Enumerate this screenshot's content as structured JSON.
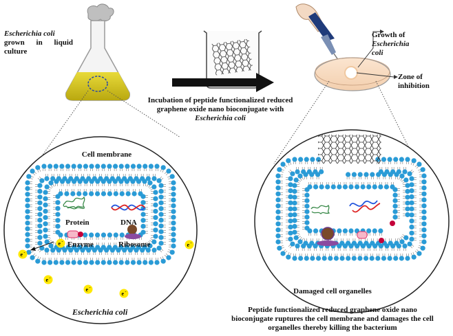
{
  "labels": {
    "left_caption_species": "Escherichia coli",
    "left_caption_rest": "grown in liquid culture",
    "incubation_line1": "Incubation of peptide functionalized reduced",
    "incubation_line2": "graphene oxide nano bioconjugate with",
    "incubation_line3": "Escherichia coli",
    "growth_line1": "Growth of",
    "growth_line2": "Escherichia",
    "growth_line3": "coli",
    "zone_line1": "Zone of",
    "zone_line2": "inhibition",
    "cell_membrane": "Cell membrane",
    "protein": "Protein",
    "dna": "DNA",
    "enzyme": "Enzyme",
    "ribosome": "Ribosome",
    "electron": "e",
    "electron_sup": "-",
    "ecoli_bottom": "Escherichia coli",
    "damaged": "Damaged cell organelles",
    "final_line1": "Peptide functionalized reduced graphene oxide nano",
    "final_line2": "bioconjugate ruptures the cell membrane and damages the cell",
    "final_line3": "organelles thereby killing the bacterium"
  },
  "colors": {
    "lipid_head": "#2a9bd6",
    "culture": "#d4c21a",
    "plate": "#f8dcc4",
    "electron": "#ffe800",
    "dna_blue": "#2255dd",
    "dna_red": "#dd2222",
    "ribosome": "#7a4a2a",
    "enzyme": "#e0306a",
    "protein": "#3a8a4a"
  }
}
